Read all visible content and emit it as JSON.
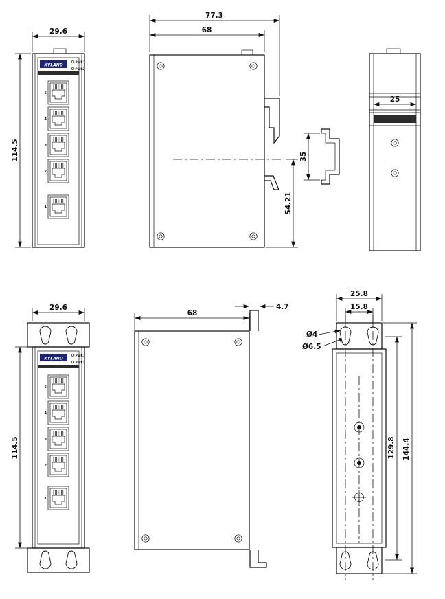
{
  "drawing": {
    "brand": "KYLAND",
    "badge_color": "#1a237e",
    "led1": "PWR1",
    "led2": "PWR2",
    "ports": [
      "5",
      "4",
      "3",
      "2",
      "1"
    ],
    "views": {
      "front_din": {
        "width": "29.6",
        "height": "114.5"
      },
      "side_din": {
        "overall_depth": "77.3",
        "body_depth": "68",
        "rail_center_to_bottom": "54.21"
      },
      "din_rail_profile": {
        "height": "35"
      },
      "rear_din": {
        "rail_width": "25"
      },
      "front_wall": {
        "width": "29.6",
        "height": "114.5"
      },
      "side_wall": {
        "body_depth": "68",
        "plate_lip": "4.7"
      },
      "rear_wall": {
        "bracket_width": "25.8",
        "hole_spacing": "15.8",
        "slot_dia": "Ø4",
        "head_dia": "Ø6.5",
        "hole_span": "129.8",
        "overall_height": "144.4"
      }
    }
  }
}
